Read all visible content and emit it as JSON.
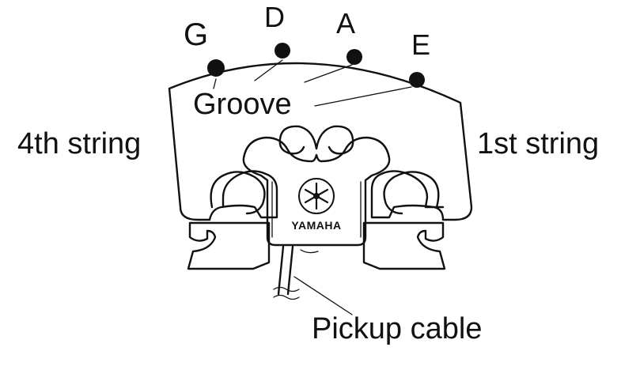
{
  "strings": [
    {
      "note": "G",
      "size": "large"
    },
    {
      "note": "D",
      "size": "medium"
    },
    {
      "note": "A",
      "size": "medium"
    },
    {
      "note": "E",
      "size": "medium"
    }
  ],
  "labels": {
    "groove": "Groove",
    "fourth_string": "4th string",
    "first_string": "1st string",
    "pickup_cable": "Pickup cable"
  },
  "brand": {
    "name": "YAMAHA",
    "logo_icon": "tuning-forks-emblem-icon"
  },
  "colors": {
    "ink": "#111111",
    "background": "#ffffff",
    "pickup_fill": "#f2f2f2"
  }
}
